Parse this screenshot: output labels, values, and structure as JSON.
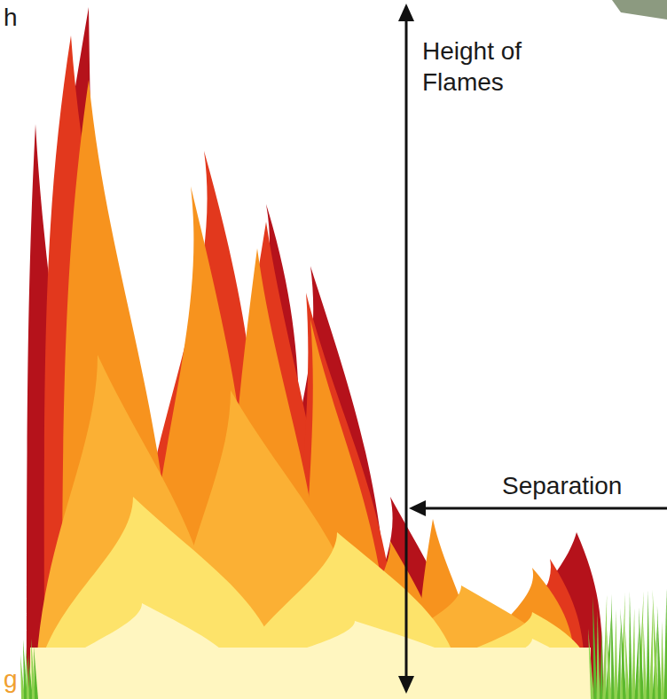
{
  "diagram": {
    "labels": [
      "h",
      "Height of Flames",
      "Separation",
      "g"
    ]
  }
}
